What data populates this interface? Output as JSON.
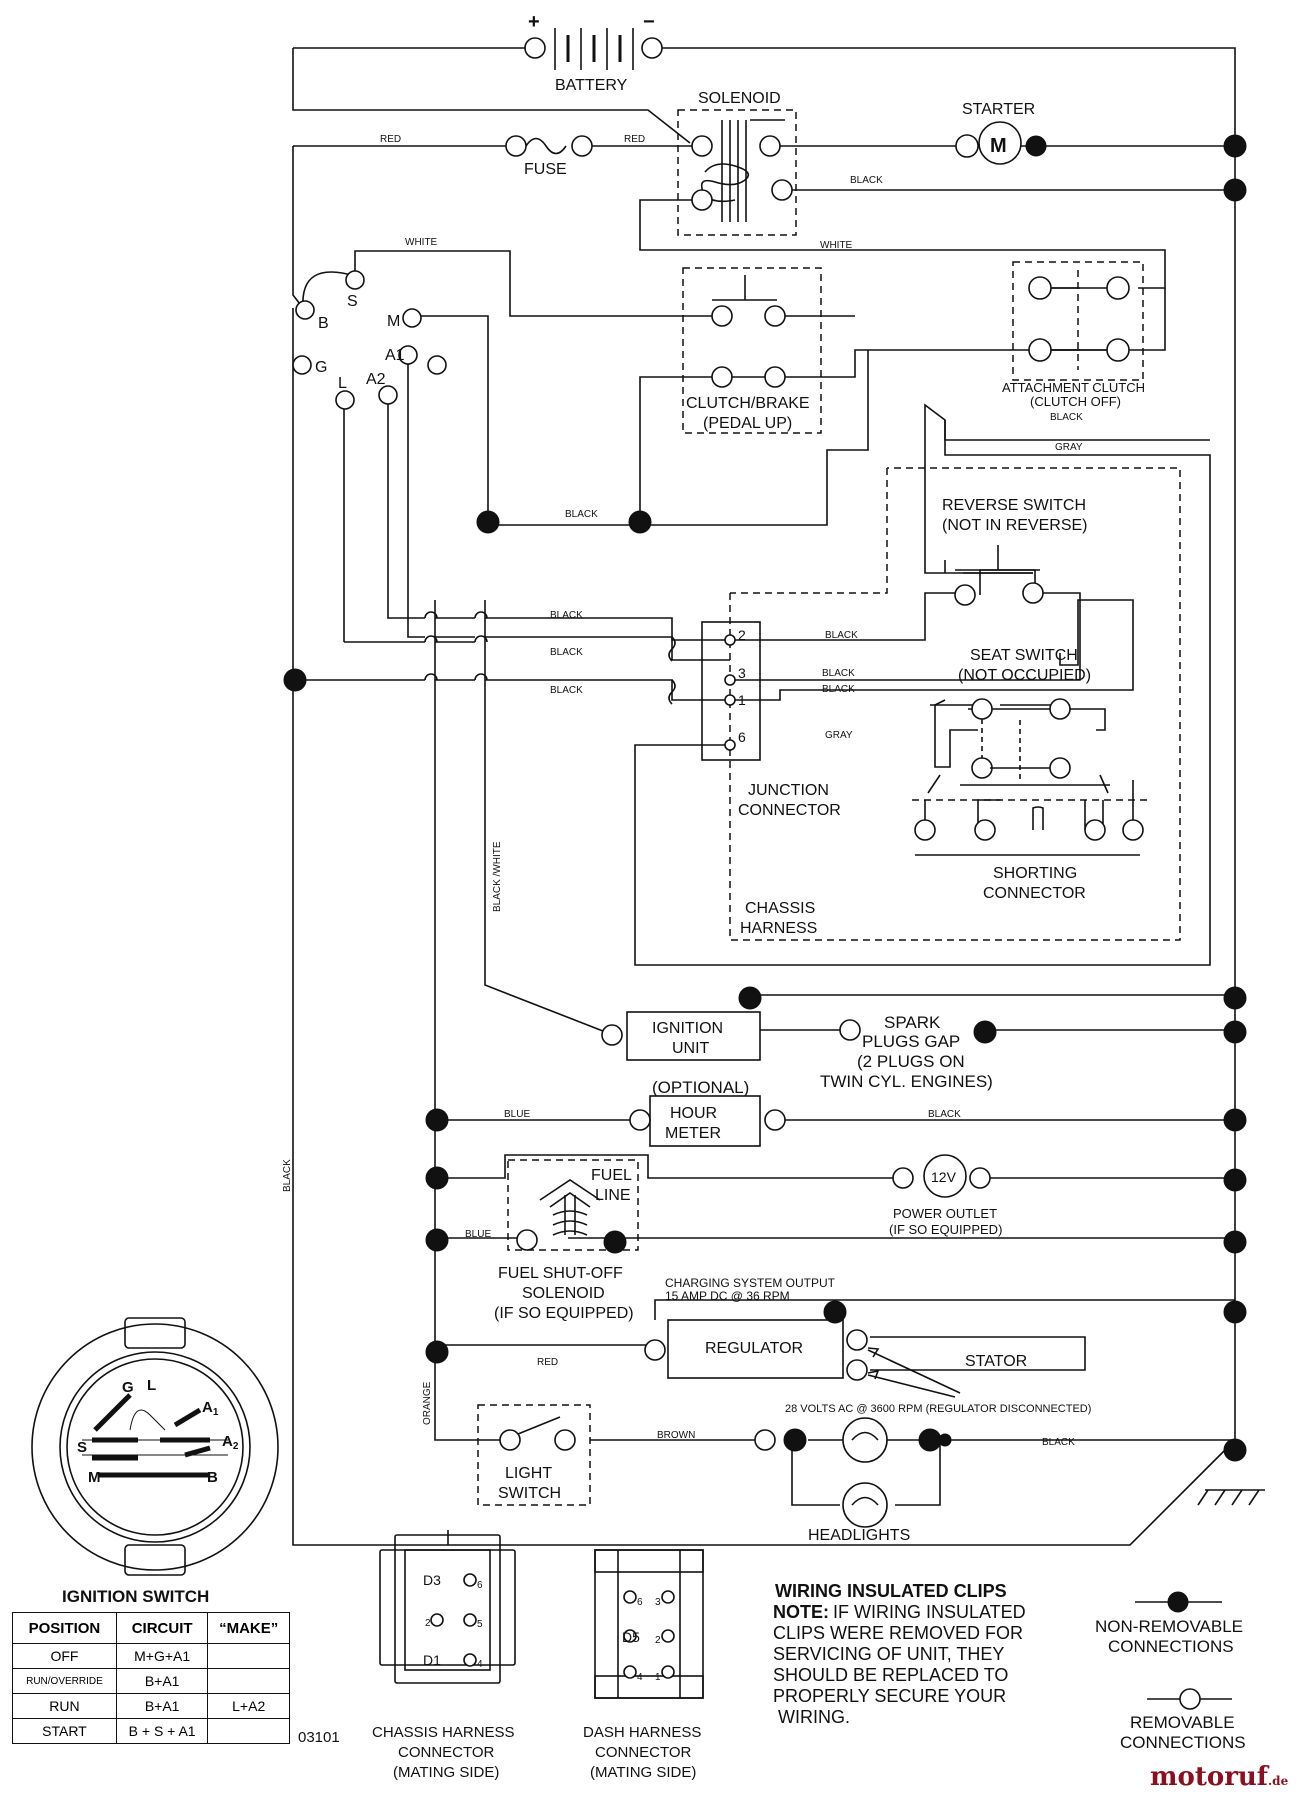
{
  "labels": {
    "battery": "BATTERY",
    "solenoid": "SOLENOID",
    "starter": "STARTER",
    "starter_m": "M",
    "fuse": "FUSE",
    "ign_s": "S",
    "ign_b": "B",
    "ign_m": "M",
    "ign_a1": "A1",
    "ign_g": "G",
    "ign_l": "L",
    "ign_a2": "A2",
    "clutch1": "CLUTCH/BRAKE",
    "clutch2": "(PEDAL UP)",
    "att1": "ATTACHMENT CLUTCH",
    "att2": "(CLUTCH OFF)",
    "rev1": "REVERSE SWITCH",
    "rev2": "(NOT IN REVERSE)",
    "seat1": "SEAT SWITCH",
    "seat2": "(NOT OCCUPIED)",
    "junc1": "JUNCTION",
    "junc2": "CONNECTOR",
    "short1": "SHORTING",
    "short2": "CONNECTOR",
    "chassis1": "CHASSIS",
    "chassis2": "HARNESS",
    "pin2": "2",
    "pin3": "3",
    "pin1": "1",
    "pin6": "6",
    "ign_unit1": "IGNITION",
    "ign_unit2": "UNIT",
    "spark1": "SPARK",
    "spark2": "PLUGS GAP",
    "spark3": "(2 PLUGS ON",
    "spark4": "TWIN CYL. ENGINES)",
    "optional": "(OPTIONAL)",
    "hour1": "HOUR",
    "hour2": "METER",
    "fuel_line1": "FUEL",
    "fuel_line2": "LINE",
    "v12": "12V",
    "power1": "POWER OUTLET",
    "power2": "(IF SO EQUIPPED)",
    "fso1": "FUEL SHUT-OFF",
    "fso2": "SOLENOID",
    "fso3": "(IF SO EQUIPPED)",
    "charge1": "CHARGING SYSTEM OUTPUT",
    "charge2": "15 AMP DC @ 36 RPM",
    "regulator": "REGULATOR",
    "stator": "STATOR",
    "volts": "28 VOLTS AC @ 3600 RPM (REGULATOR DISCONNECTED)",
    "light1": "LIGHT",
    "light2": "SWITCH",
    "headlights": "HEADLIGHTS",
    "wire_red": "RED",
    "wire_black": "BLACK",
    "wire_white": "WHITE",
    "wire_gray": "GRAY",
    "wire_blue": "BLUE",
    "wire_brown": "BROWN",
    "wire_orange": "ORANGE",
    "wire_bw": "BLACK /WHITE",
    "ign_switch_title": "IGNITION SWITCH",
    "sw_g": "G",
    "sw_l": "L",
    "sw_a1": "A",
    "sw_a1_sub": "1",
    "sw_a2": "A",
    "sw_a2_sub": "2",
    "sw_s": "S",
    "sw_m": "M",
    "sw_b": "B",
    "code": "03101",
    "chassis_conn1": "CHASSIS HARNESS",
    "chassis_conn2": "CONNECTOR",
    "chassis_conn3": "(MATING SIDE)",
    "dash_conn1": "DASH HARNESS",
    "dash_conn2": "CONNECTOR",
    "dash_conn3": "(MATING SIDE)",
    "chassis_pins": [
      "D3",
      "6",
      "2",
      "5",
      "D1",
      "4"
    ],
    "dash_pins": [
      "6",
      "3",
      "D5",
      "2",
      "4",
      "1"
    ],
    "clips_title": "WIRING INSULATED CLIPS",
    "note_label": "NOTE:",
    "note_lines": [
      "IF WIRING INSULATED",
      "CLIPS WERE REMOVED FOR",
      "SERVICING OF UNIT, THEY",
      "SHOULD BE REPLACED TO",
      "PROPERLY SECURE YOUR",
      "WIRING."
    ],
    "nonrem1": "NON-REMOVABLE",
    "nonrem2": "CONNECTIONS",
    "rem1": "REMOVABLE",
    "rem2": "CONNECTIONS",
    "brand": "motoruf",
    "brand_tld": ".de",
    "plus": "+",
    "minus": "−"
  },
  "ignition_table": {
    "headers": [
      "POSITION",
      "CIRCUIT",
      "“MAKE”"
    ],
    "rows": [
      [
        "OFF",
        "M+G+A1",
        ""
      ],
      [
        "RUN/OVERRIDE",
        "B+A1",
        ""
      ],
      [
        "RUN",
        "B+A1",
        "L+A2"
      ],
      [
        "START",
        "B + S + A1",
        ""
      ]
    ]
  }
}
